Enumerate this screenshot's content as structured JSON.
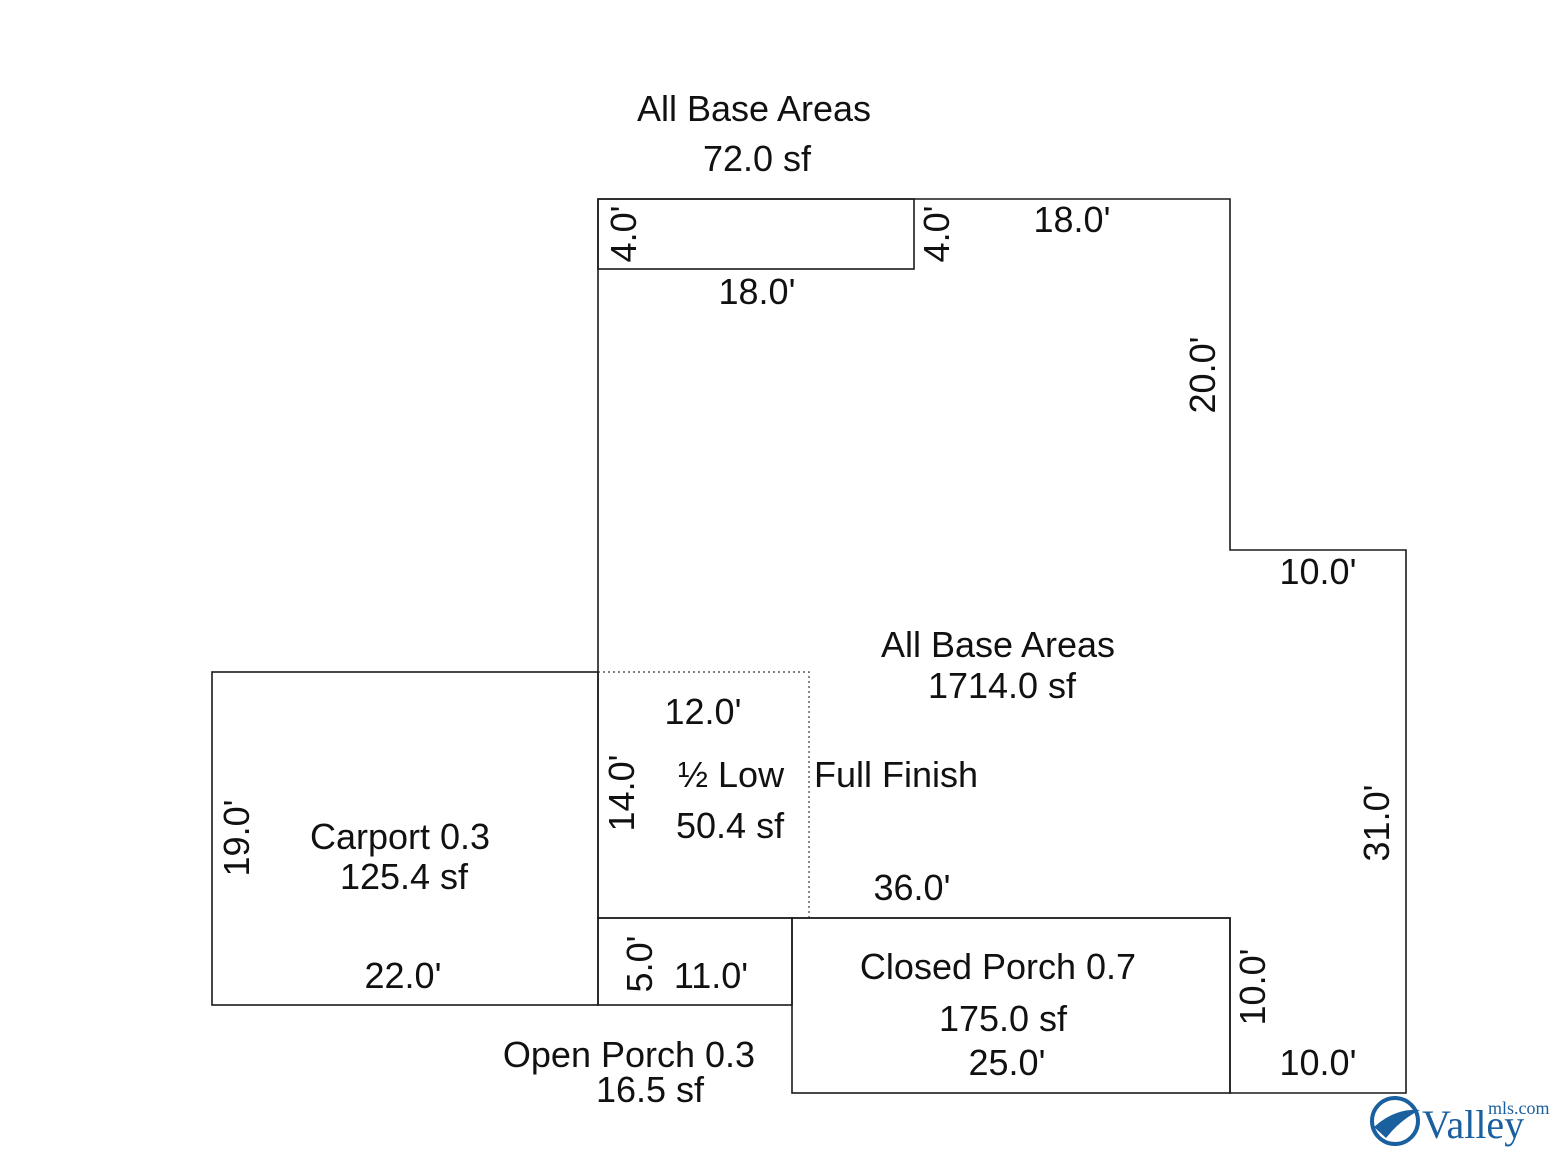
{
  "areas": {
    "base_top": {
      "name": "All Base Areas",
      "area": "72.0 sf"
    },
    "base_main": {
      "name": "All Base Areas",
      "area": "1714.0 sf"
    },
    "low_finish": {
      "name": "½ Low",
      "name2": "Full Finish",
      "area": "50.4 sf"
    },
    "carport": {
      "name": "Carport 0.3",
      "area": "125.4 sf"
    },
    "closed_porch": {
      "name": "Closed Porch 0.7",
      "area": "175.0 sf"
    },
    "open_porch": {
      "name": "Open Porch 0.3",
      "area": "16.5 sf"
    }
  },
  "dimensions": {
    "top_small_left": "4.0'",
    "top_small_right": "4.0'",
    "top_small_bottom": "18.0'",
    "top_right": "18.0'",
    "right_upper": "20.0'",
    "right_step": "10.0'",
    "right_lower": "31.0'",
    "bottom_right": "10.0'",
    "porch_right": "10.0'",
    "porch_bottom": "25.0'",
    "base_bottom": "36.0'",
    "low_top": "12.0'",
    "low_left": "14.0'",
    "carport_left": "19.0'",
    "carport_bottom": "22.0'",
    "open_porch_left": "5.0'",
    "open_porch_bottom": "11.0'"
  },
  "logo": {
    "brand": "Valley",
    "suffix": "mls.com",
    "icon": "valley-logo-icon",
    "color": "#1a5f9e"
  }
}
